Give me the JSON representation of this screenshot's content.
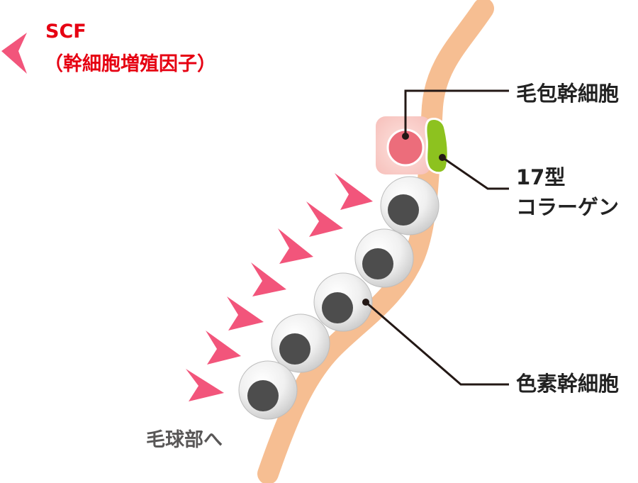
{
  "legend": {
    "title": "SCF",
    "subtitle": "（幹細胞増殖因子）",
    "color": "#e60012",
    "marker_color": "#f2557b"
  },
  "labels": {
    "hair_follicle_stem_cell": "毛包幹細胞",
    "collagen_line1": "17型",
    "collagen_line2": "コラーゲン",
    "melanocyte_stem_cell": "色素幹細胞",
    "to_hair_bulb": "毛球部へ"
  },
  "colors": {
    "hair_shaft": "#f6be92",
    "stem_cell_bg": "#f9c9c4",
    "stem_cell_core": "#ec6d7b",
    "collagen": "#8dc21f",
    "melanocyte_shell": "#e4e4e4",
    "melanocyte_nucleus": "#4d4d4d",
    "leader_line": "#231815"
  },
  "counts": {
    "melanocyte_stem_cells": 5,
    "scf_markers": 7
  }
}
